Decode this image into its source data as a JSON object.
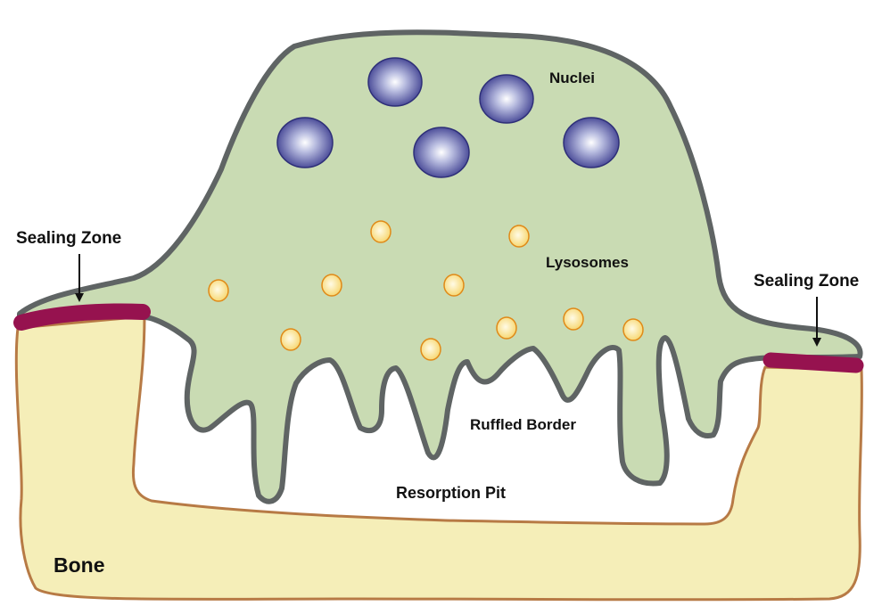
{
  "labels": {
    "nuclei": "Nuclei",
    "lysosomes": "Lysosomes",
    "ruffled_border": "Ruffled Border",
    "resorption_pit": "Resorption Pit",
    "sealing_zone_left": "Sealing Zone",
    "sealing_zone_right": "Sealing Zone",
    "bone": "Bone"
  },
  "colors": {
    "bone_fill": "#f5eeb8",
    "bone_stroke": "#b77a45",
    "cell_fill": "#c9dbb3",
    "cell_stroke": "#5f6464",
    "sealing_zone": "#96124f",
    "nucleus_dark": "#3c3d8f",
    "nucleus_light": "#e8ecf6",
    "lysosome_fill": "#fbe28a",
    "lysosome_stroke": "#e08a18"
  },
  "icons": {
    "nucleus": "nucleus-circle",
    "lysosome": "lysosome-oval",
    "arrow": "arrow-down-icon"
  }
}
